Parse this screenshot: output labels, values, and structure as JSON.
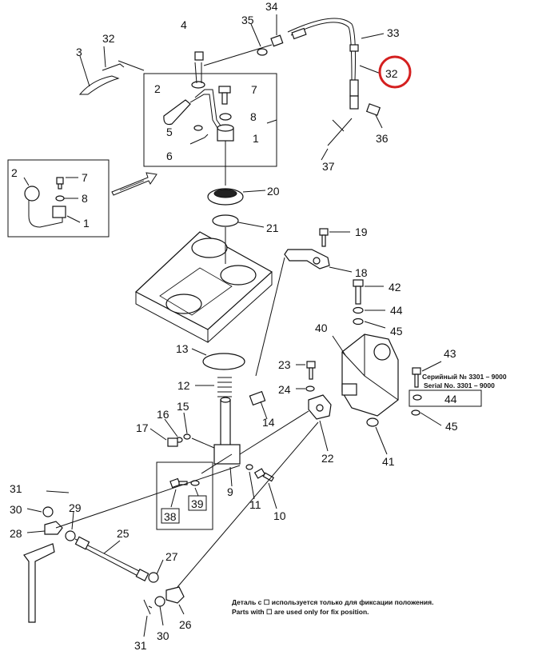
{
  "callouts": {
    "n1a": "1",
    "n1b": "1",
    "n2a": "2",
    "n2b": "2",
    "n3": "3",
    "n4": "4",
    "n5": "5",
    "n6": "6",
    "n7a": "7",
    "n7b": "7",
    "n8a": "8",
    "n8b": "8",
    "n9": "9",
    "n10": "10",
    "n11": "11",
    "n12": "12",
    "n13": "13",
    "n14": "14",
    "n15": "15",
    "n16": "16",
    "n17": "17",
    "n18": "18",
    "n19": "19",
    "n20": "20",
    "n21": "21",
    "n22": "22",
    "n23": "23",
    "n24": "24",
    "n25": "25",
    "n26": "26",
    "n27": "27",
    "n28": "28",
    "n29": "29",
    "n30a": "30",
    "n30b": "30",
    "n31a": "31",
    "n31b": "31",
    "n32a": "32",
    "n32b": "32",
    "n33": "33",
    "n34": "34",
    "n35": "35",
    "n36": "36",
    "n37": "37",
    "n38": "38",
    "n39": "39",
    "n40": "40",
    "n41": "41",
    "n42": "42",
    "n43": "43",
    "n44a": "44",
    "n44b": "44",
    "n45a": "45",
    "n45b": "45"
  },
  "serial_note": {
    "ru": "Серийный № 3301 – 9000",
    "en": "Serial No. 3301 – 9000"
  },
  "footnote": {
    "ru": "Деталь с ☐ используется только для фиксации положения.",
    "en": "Parts with ☐ are used only for fix position."
  },
  "highlight_color": "#d42020"
}
